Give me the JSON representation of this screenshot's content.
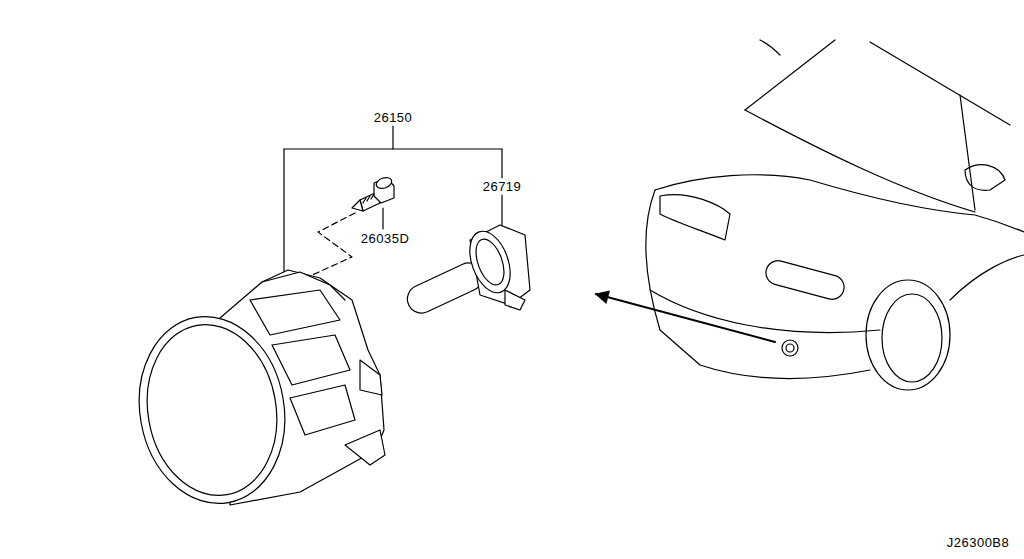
{
  "diagram": {
    "labels": [
      "26150",
      "26719",
      "26035D",
      "J26300B8"
    ]
  }
}
